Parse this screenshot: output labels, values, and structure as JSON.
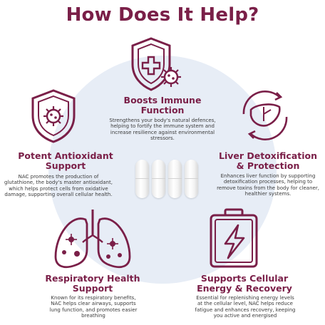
{
  "title": "How Does It Help?",
  "colors": {
    "accent": "#7a1f48",
    "background_circle": "#e7edf6",
    "text": "#3b3b3b"
  },
  "benefits": [
    {
      "icon": "shield-plus-virus-icon",
      "heading": "Boosts Immune Function",
      "text": "Strengthens your body's natural defences, helping to fortify the immune system and increase resilience against environmental stressors."
    },
    {
      "icon": "shield-virus-icon",
      "heading": "Potent Antioxidant Support",
      "text": "NAC promotes the production of glutathione, the body's master antioxidant, which helps protect cells from oxidative damage, supporting overall cellular health."
    },
    {
      "icon": "liver-recycle-icon",
      "heading": "Liver Detoxification & Protection",
      "text": "Enhances liver function by supporting detoxification processes, helping to remove toxins from the body for cleaner, healthier systems."
    },
    {
      "icon": "lungs-virus-icon",
      "heading": "Respiratory Health Support",
      "text": "Known for its respiratory benefits, NAC helps clear airways, supports lung function, and promotes easier breathing"
    },
    {
      "icon": "battery-bolt-icon",
      "heading": "Supports Cellular Energy & Recovery",
      "text": "Essential for replenishing energy levels at the cellular level, NAC helps reduce fatigue and enhances recovery, keeping you active and energised"
    }
  ]
}
